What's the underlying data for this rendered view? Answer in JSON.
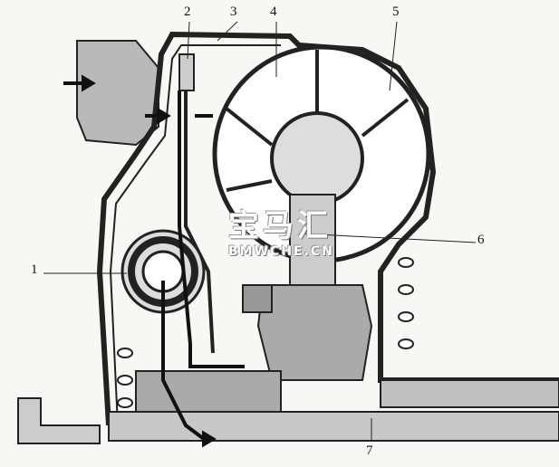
{
  "labels": {
    "l1": "1",
    "l2": "2",
    "l3": "3",
    "l4": "4",
    "l5": "5",
    "l6": "6",
    "l7": "7"
  },
  "watermark": {
    "cn": "宝马汇",
    "url": "BMWCHE.CN"
  }
}
